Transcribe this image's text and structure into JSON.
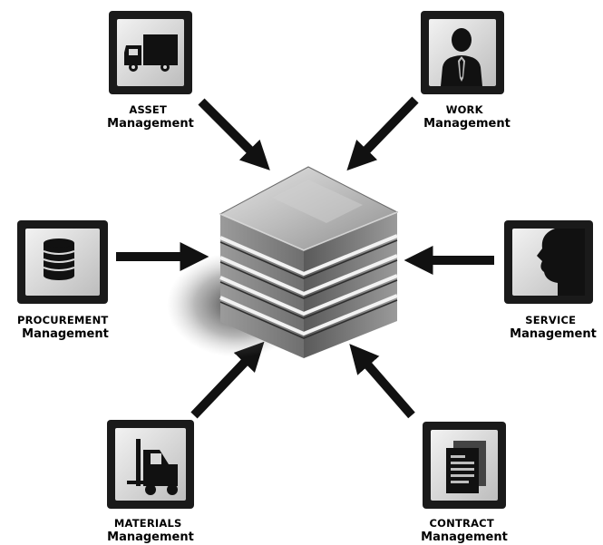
{
  "diagram": {
    "hub_icon": "stacked-database-icon",
    "modules": [
      {
        "id": "asset",
        "title": "ASSET",
        "subtitle": "Management",
        "icon": "truck-icon"
      },
      {
        "id": "work",
        "title": "WORK",
        "subtitle": "Management",
        "icon": "worker-icon"
      },
      {
        "id": "procurement",
        "title": "PROCUREMENT",
        "subtitle": "Management",
        "icon": "coin-stack-icon"
      },
      {
        "id": "service",
        "title": "SERVICE",
        "subtitle": "Management",
        "icon": "head-profile-icon"
      },
      {
        "id": "materials",
        "title": "MATERIALS",
        "subtitle": "Management",
        "icon": "forklift-icon"
      },
      {
        "id": "contract",
        "title": "CONTRACT",
        "subtitle": "Management",
        "icon": "document-icon"
      }
    ],
    "colors": {
      "background": "#ffffff",
      "icon_frame": "#1a1a1a",
      "icon_tile": "#d9d9d9",
      "arrow": "#111111",
      "text": "#000000"
    }
  }
}
